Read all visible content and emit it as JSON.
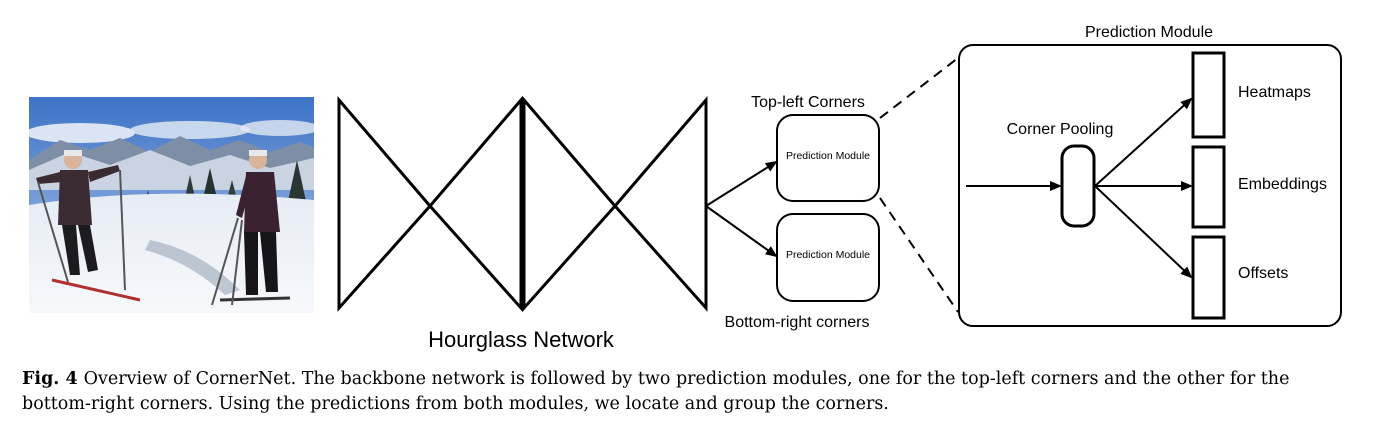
{
  "figure": {
    "hourglass_label": "Hourglass Network",
    "top_left_label": "Top-left Corners",
    "bottom_right_label": "Bottom-right corners",
    "small_module_label": "Prediction Module",
    "small_module_label_2": "Prediction Module",
    "detail_title": "Prediction Module",
    "corner_pooling_label": "Corner Pooling",
    "outputs": [
      "Heatmaps",
      "Embeddings",
      "Offsets"
    ]
  },
  "caption": {
    "label": "Fig. 4",
    "text": "Overview of CornerNet. The backbone network is followed by two prediction modules, one for the top-left corners and the other for the bottom-right corners. Using the predictions from both modules, we locate and group the corners."
  },
  "colors": {
    "sky_top": "#3d73c7",
    "sky_bottom": "#a9c4e6",
    "snow": "#eef2f7",
    "stroke": "#000000"
  }
}
